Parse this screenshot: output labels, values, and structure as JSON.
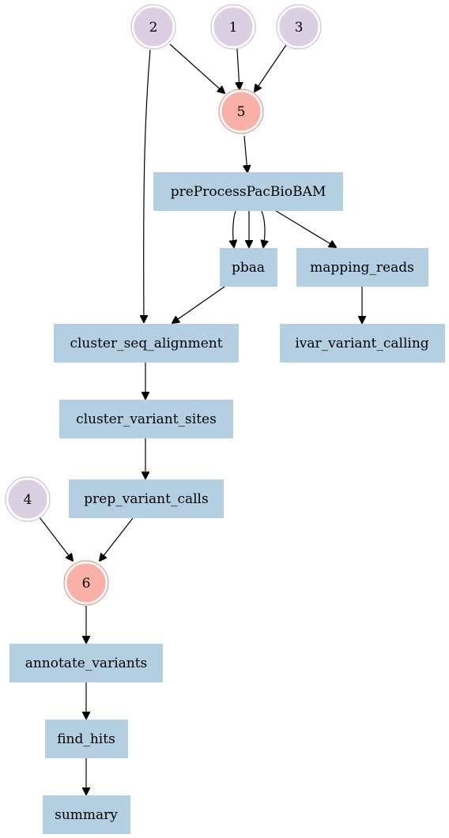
{
  "colors": {
    "input_node_fill": "#dccfe4",
    "input_node_ring": "#ccb0d4",
    "merge_node_fill": "#f9b0a6",
    "merge_node_ring": "#f08070",
    "task_node_fill": "#b4cfe2",
    "edge": "#000000"
  },
  "nodes": {
    "n2": "2",
    "n1": "1",
    "n3": "3",
    "n5": "5",
    "n4": "4",
    "n6": "6",
    "preprocess": "preProcessPacBioBAM",
    "pbaa": "pbaa",
    "mapping_reads": "mapping_reads",
    "ivar_variant_calling": "ivar_variant_calling",
    "cluster_seq_alignment": "cluster_seq_alignment",
    "cluster_variant_sites": "cluster_variant_sites",
    "prep_variant_calls": "prep_variant_calls",
    "annotate_variants": "annotate_variants",
    "find_hits": "find_hits",
    "summary": "summary"
  }
}
